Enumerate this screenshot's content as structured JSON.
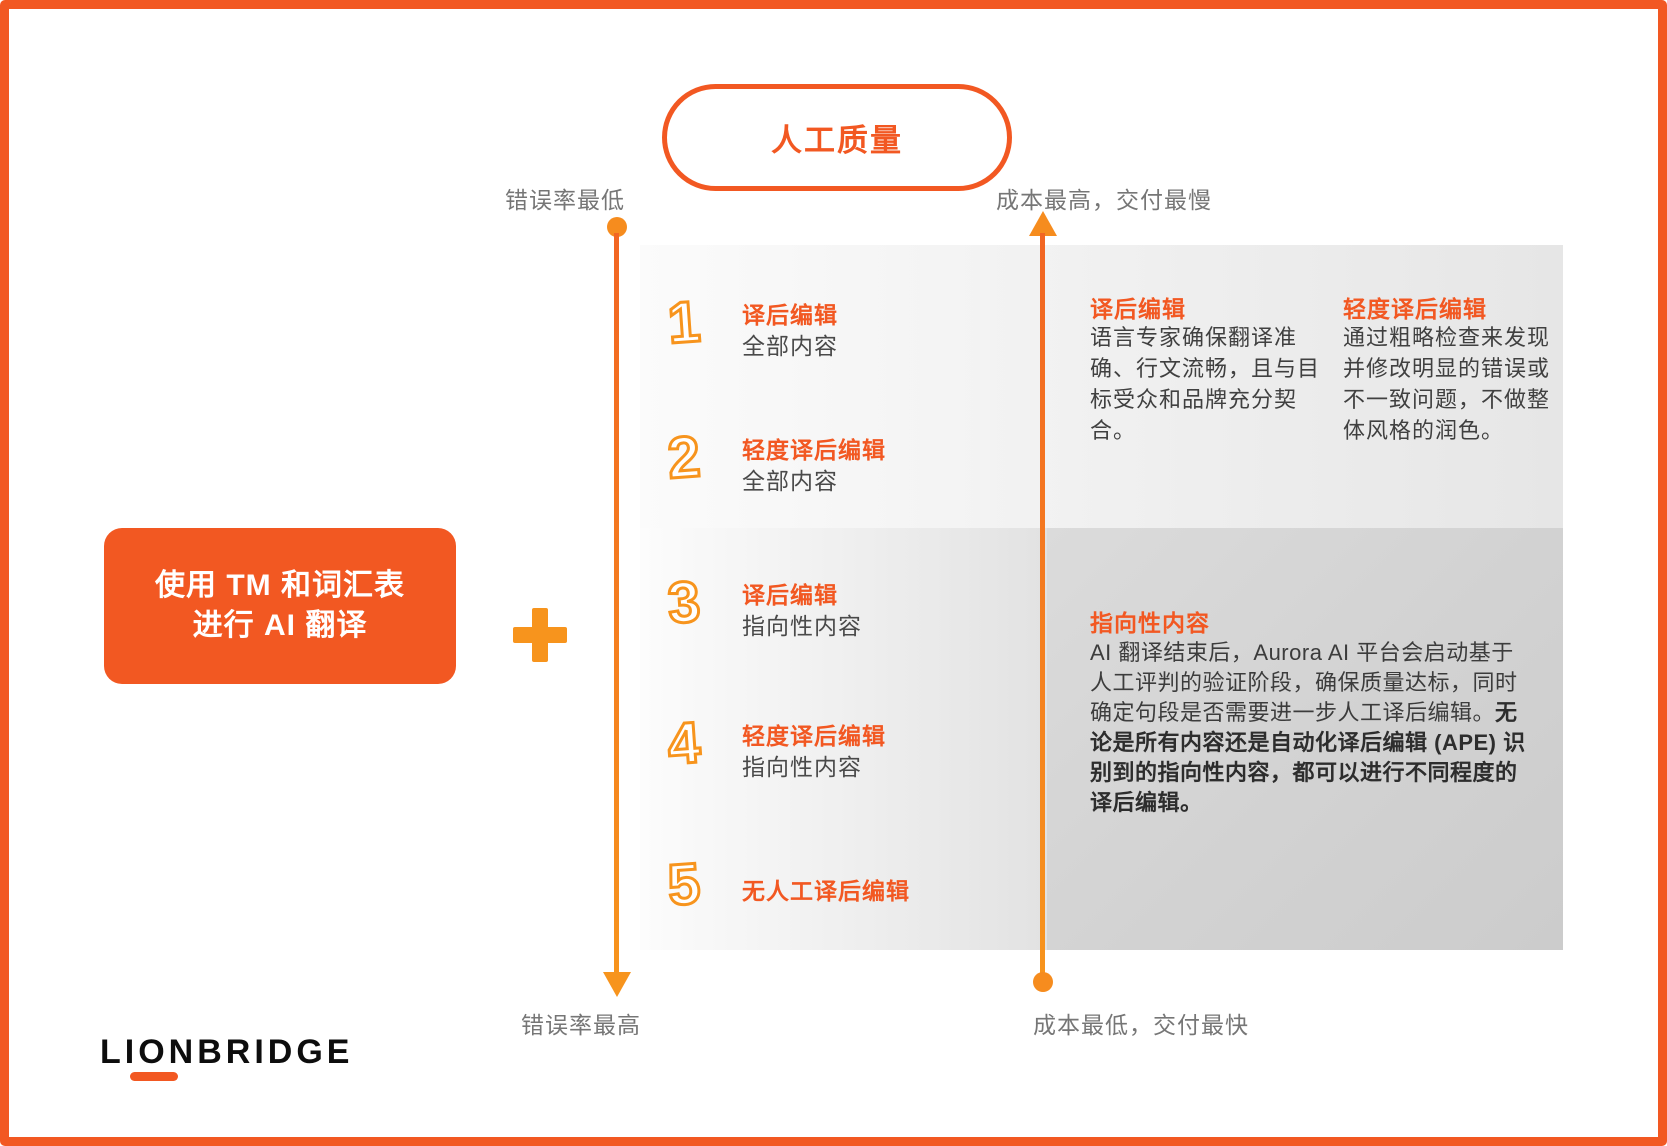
{
  "pill": {
    "label": "人工质量"
  },
  "axis_labels": {
    "top_left": "错误率最低",
    "top_right": "成本最高，交付最慢",
    "bottom_left": "错误率最高",
    "bottom_right": "成本最低，交付最快"
  },
  "source": {
    "line1": "使用 TM 和词汇表",
    "line2": "进行 AI 翻译"
  },
  "levels": [
    {
      "num": "1",
      "title": "译后编辑",
      "subtitle": "全部内容"
    },
    {
      "num": "2",
      "title": "轻度译后编辑",
      "subtitle": "全部内容"
    },
    {
      "num": "3",
      "title": "译后编辑",
      "subtitle": "指向性内容"
    },
    {
      "num": "4",
      "title": "轻度译后编辑",
      "subtitle": "指向性内容"
    },
    {
      "num": "5",
      "title": "无人工译后编辑",
      "subtitle": ""
    }
  ],
  "definitions": [
    {
      "title": "译后编辑",
      "body": "语言专家确保翻译准确、行文流畅，且与目标受众和品牌充分契合。"
    },
    {
      "title": "轻度译后编辑",
      "body": "通过粗略检查来发现并修改明显的错误或不一致问题，不做整体风格的润色。"
    }
  ],
  "targeted": {
    "title": "指向性内容",
    "body": "AI 翻译结束后，Aurora AI 平台会启动基于人工评判的验证阶段，确保质量达标，同时确定句段是否需要进一步人工译后编辑。",
    "body_bold": "无论是所有内容还是自动化译后编辑 (APE) 识别到的指向性内容，都可以进行不同程度的译后编辑。"
  },
  "footer": {
    "logo": "LIONBRIDGE"
  },
  "colors": {
    "brand": "#F25822",
    "accent": "#F7941D",
    "body_text": "#404040",
    "muted_label": "#767676",
    "band_light": "#E8E8E8",
    "band_dark": "#D3D3D3"
  }
}
